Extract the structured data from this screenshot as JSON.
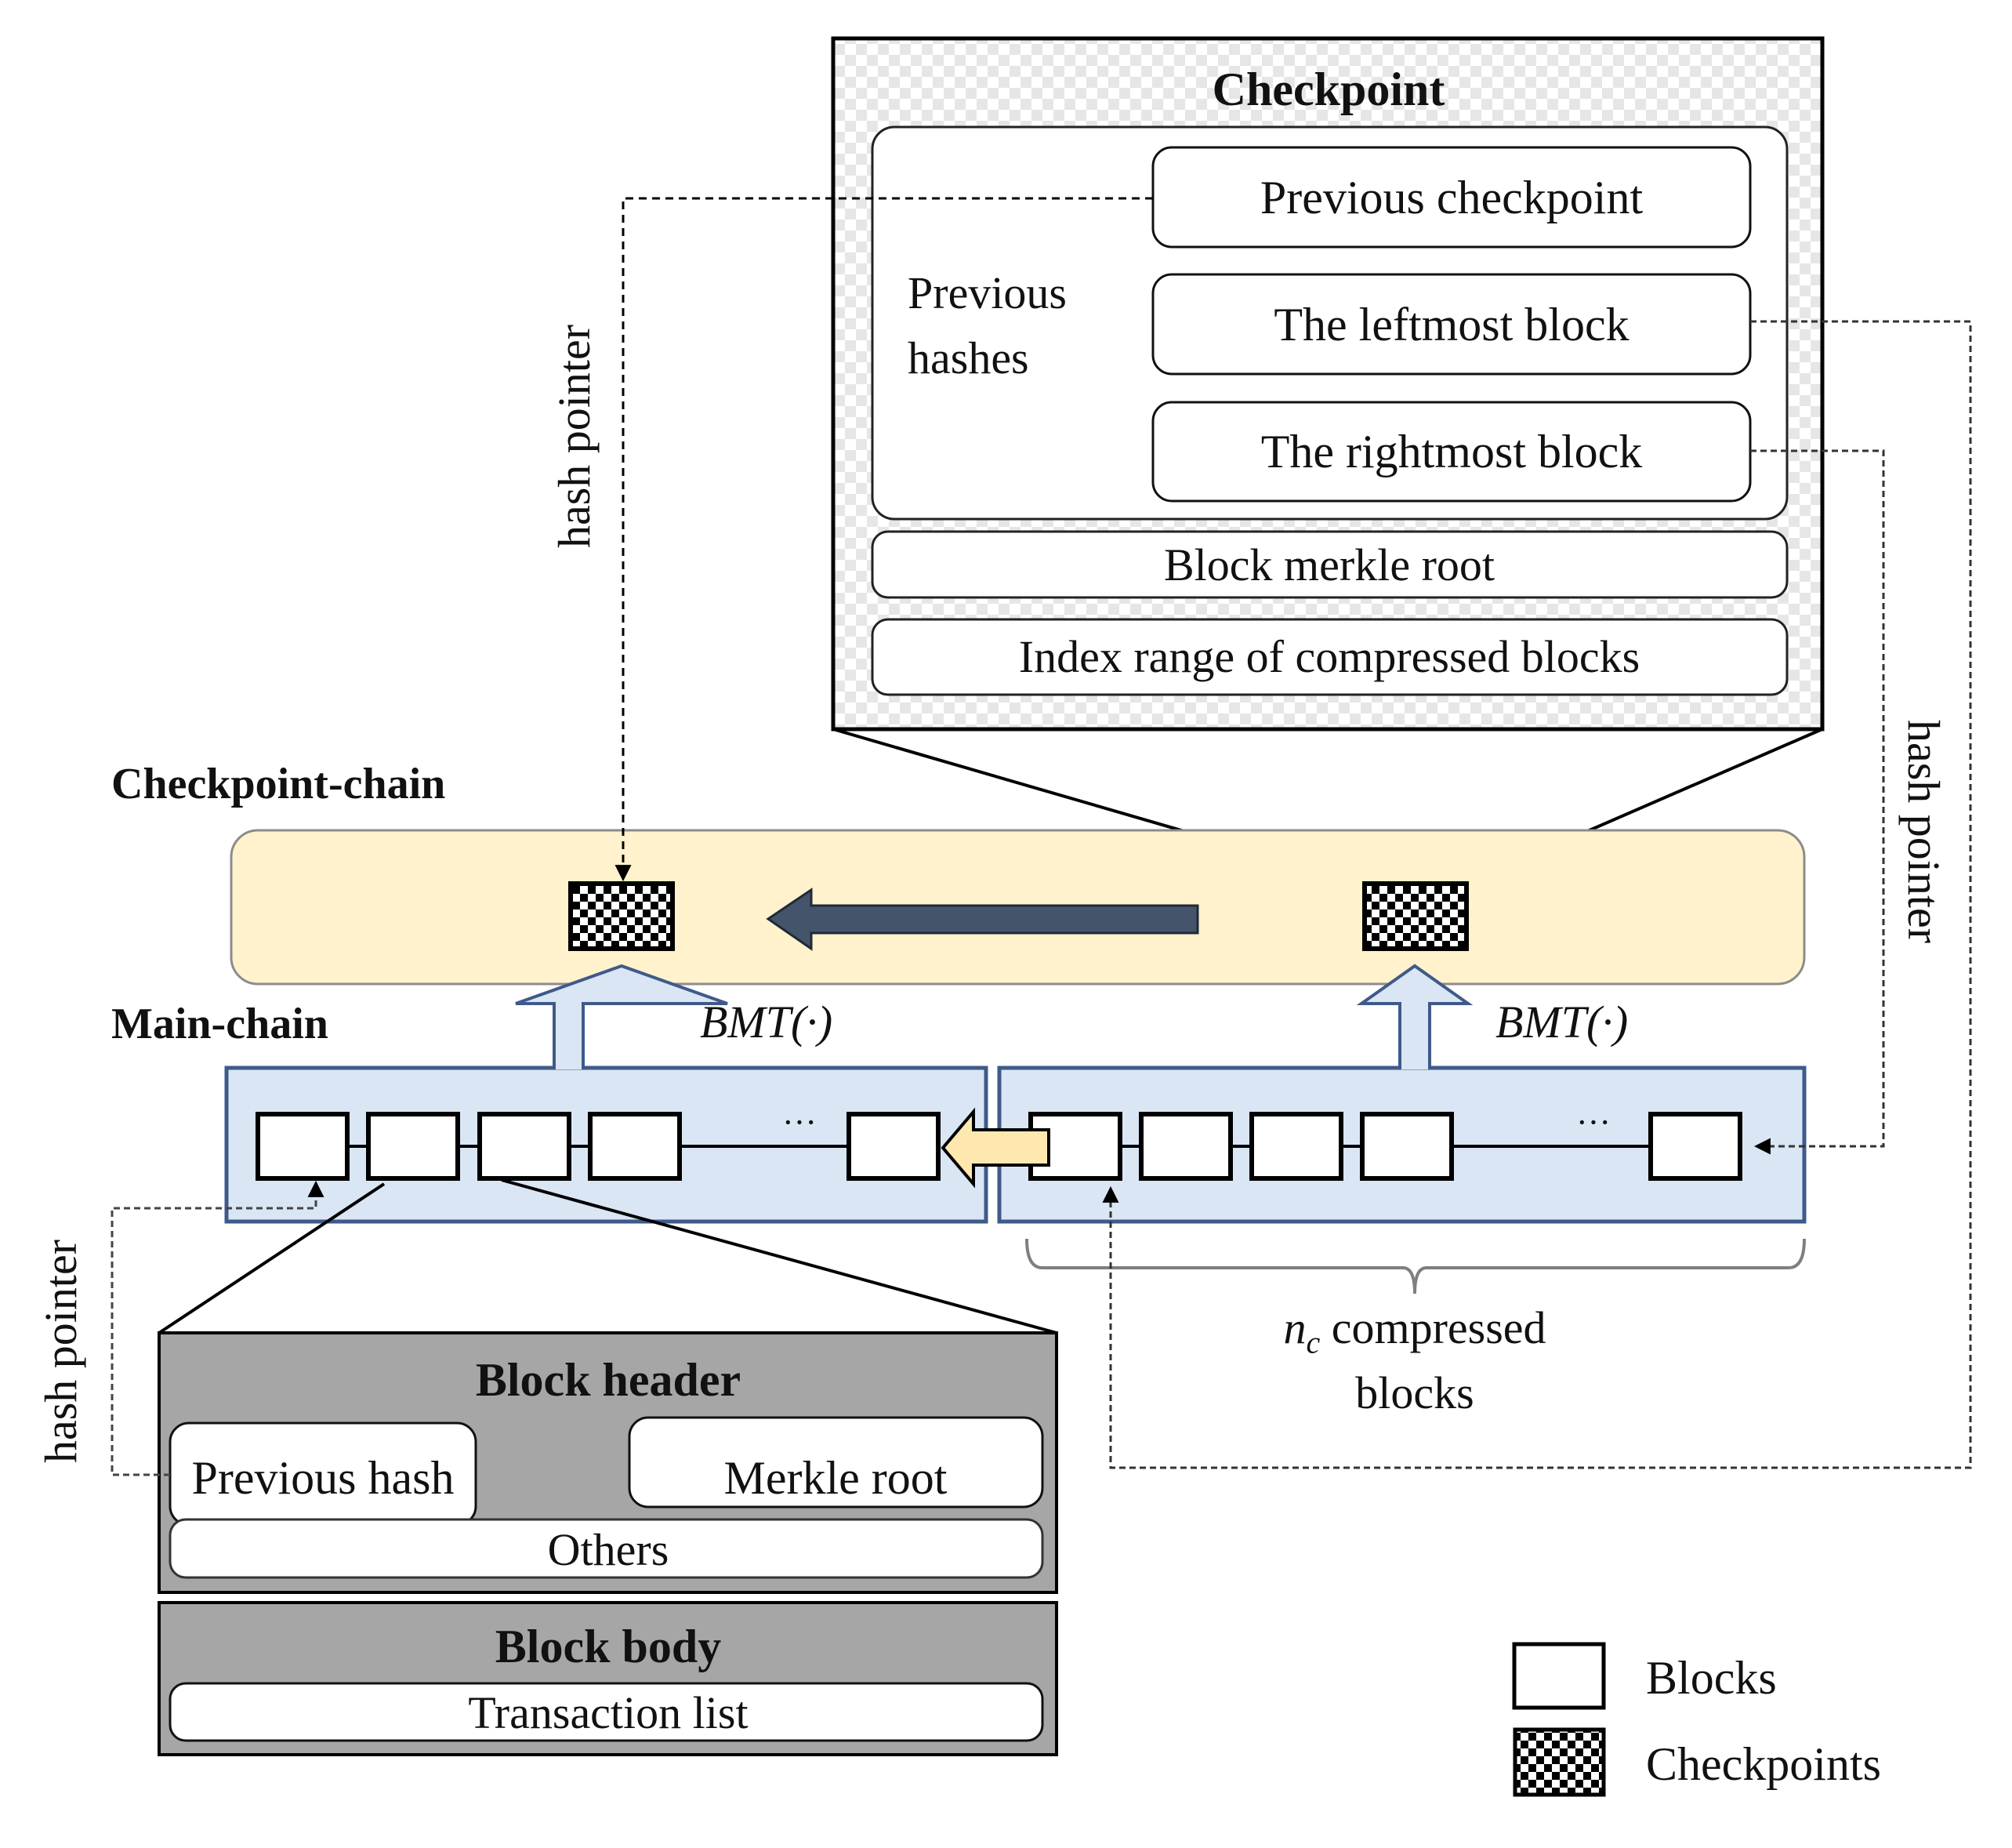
{
  "checkpoint_detail": {
    "title": "Checkpoint",
    "previous_hashes_label_line1": "Previous",
    "previous_hashes_label_line2": "hashes",
    "fields": {
      "previous_checkpoint": "Previous checkpoint",
      "leftmost_block": "The leftmost block",
      "rightmost_block": "The rightmost block",
      "block_merkle_root": "Block merkle root",
      "index_range": "Index range of compressed blocks"
    }
  },
  "checkpoint_chain": {
    "label": "Checkpoint-chain",
    "checkpoints": 2
  },
  "main_chain": {
    "label": "Main-chain",
    "bmt_left": "BMT(·)",
    "bmt_right": "BMT(·)",
    "ellipsis": "···",
    "left_segment_blocks": 5,
    "right_segment_blocks": 5
  },
  "compressed_note": {
    "symbol": "n",
    "subscript": "c",
    "line1_rest": " compressed",
    "line2": "blocks"
  },
  "hash_pointer_labels": {
    "top": "hash pointer",
    "right": "hash pointer",
    "bottom_left": "hash pointer"
  },
  "block_detail": {
    "header_title": "Block header",
    "previous_hash": "Previous hash",
    "merkle_root": "Merkle root",
    "others": "Others",
    "body_title": "Block body",
    "transaction_list": "Transaction list"
  },
  "legend": {
    "blocks": "Blocks",
    "checkpoints": "Checkpoints"
  },
  "colors": {
    "checkpoint_chain_fill": "#fff2cc",
    "main_chain_fill": "#dae6f4",
    "main_chain_stroke": "#3f5a8a",
    "chain_arrow": "#44546a",
    "compress_arrow": "#ffe8b0",
    "block_detail_fill": "#a6a6a6"
  }
}
